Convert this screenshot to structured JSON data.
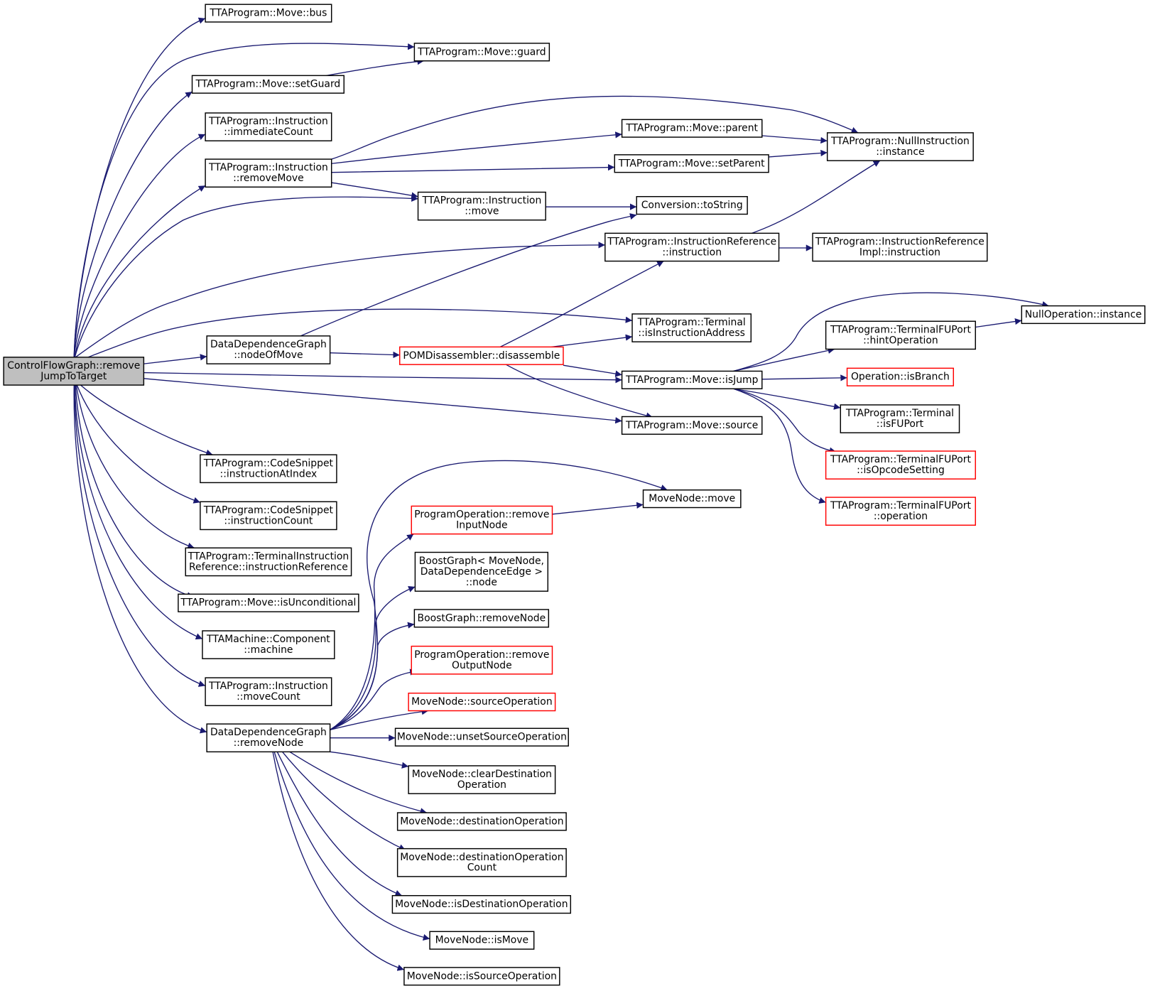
{
  "diagram": {
    "type": "call-graph",
    "colors": {
      "edge": "#191970",
      "root_fill": "#bfbfbf",
      "node_fill": "#ffffff",
      "node_border": "#000000",
      "truncated_border": "#ff0000"
    },
    "nodes": [
      {
        "id": "root",
        "lines": [
          "ControlFlowGraph::remove",
          "JumpToTarget"
        ],
        "style": "root"
      },
      {
        "id": "move_bus",
        "lines": [
          "TTAProgram::Move::bus"
        ],
        "style": "normal"
      },
      {
        "id": "move_guard",
        "lines": [
          "TTAProgram::Move::guard"
        ],
        "style": "normal"
      },
      {
        "id": "move_setguard",
        "lines": [
          "TTAProgram::Move::setGuard"
        ],
        "style": "normal"
      },
      {
        "id": "instr_immcount",
        "lines": [
          "TTAProgram::Instruction",
          "::immediateCount"
        ],
        "style": "normal"
      },
      {
        "id": "instr_removemove",
        "lines": [
          "TTAProgram::Instruction",
          "::removeMove"
        ],
        "style": "normal"
      },
      {
        "id": "move_parent",
        "lines": [
          "TTAProgram::Move::parent"
        ],
        "style": "normal"
      },
      {
        "id": "move_setparent",
        "lines": [
          "TTAProgram::Move::setParent"
        ],
        "style": "normal"
      },
      {
        "id": "nullinstr",
        "lines": [
          "TTAProgram::NullInstruction",
          "::instance"
        ],
        "style": "normal"
      },
      {
        "id": "instr_move",
        "lines": [
          "TTAProgram::Instruction",
          "::move"
        ],
        "style": "normal"
      },
      {
        "id": "conv_tostring",
        "lines": [
          "Conversion::toString"
        ],
        "style": "normal"
      },
      {
        "id": "instrref_instr",
        "lines": [
          "TTAProgram::InstructionReference",
          "::instruction"
        ],
        "style": "normal"
      },
      {
        "id": "instrrefimpl",
        "lines": [
          "TTAProgram::InstructionReference",
          "Impl::instruction"
        ],
        "style": "normal"
      },
      {
        "id": "nullop",
        "lines": [
          "NullOperation::instance"
        ],
        "style": "normal"
      },
      {
        "id": "term_isinstraddr",
        "lines": [
          "TTAProgram::Terminal",
          "::isInstructionAddress"
        ],
        "style": "normal"
      },
      {
        "id": "tfup_hintop",
        "lines": [
          "TTAProgram::TerminalFUPort",
          "::hintOperation"
        ],
        "style": "normal"
      },
      {
        "id": "ddg_nodeofmove",
        "lines": [
          "DataDependenceGraph",
          "::nodeOfMove"
        ],
        "style": "normal"
      },
      {
        "id": "pom_disasm",
        "lines": [
          "POMDisassembler::disassemble"
        ],
        "style": "truncated"
      },
      {
        "id": "move_isjump",
        "lines": [
          "TTAProgram::Move::isJump"
        ],
        "style": "normal"
      },
      {
        "id": "op_isbranch",
        "lines": [
          "Operation::isBranch"
        ],
        "style": "truncated"
      },
      {
        "id": "move_source",
        "lines": [
          "TTAProgram::Move::source"
        ],
        "style": "normal"
      },
      {
        "id": "term_isfuport",
        "lines": [
          "TTAProgram::Terminal",
          "::isFUPort"
        ],
        "style": "normal"
      },
      {
        "id": "tfup_isopcode",
        "lines": [
          "TTAProgram::TerminalFUPort",
          "::isOpcodeSetting"
        ],
        "style": "truncated"
      },
      {
        "id": "tfup_operation",
        "lines": [
          "TTAProgram::TerminalFUPort",
          "::operation"
        ],
        "style": "truncated"
      },
      {
        "id": "cs_instratindex",
        "lines": [
          "TTAProgram::CodeSnippet",
          "::instructionAtIndex"
        ],
        "style": "normal"
      },
      {
        "id": "cs_instrcount",
        "lines": [
          "TTAProgram::CodeSnippet",
          "::instructionCount"
        ],
        "style": "normal"
      },
      {
        "id": "tir_instrref",
        "lines": [
          "TTAProgram::TerminalInstruction",
          "Reference::instructionReference"
        ],
        "style": "normal"
      },
      {
        "id": "move_isuncond",
        "lines": [
          "TTAProgram::Move::isUnconditional"
        ],
        "style": "normal"
      },
      {
        "id": "comp_machine",
        "lines": [
          "TTAMachine::Component",
          "::machine"
        ],
        "style": "normal"
      },
      {
        "id": "instr_movecount",
        "lines": [
          "TTAProgram::Instruction",
          "::moveCount"
        ],
        "style": "normal"
      },
      {
        "id": "ddg_removenode",
        "lines": [
          "DataDependenceGraph",
          "::removeNode"
        ],
        "style": "normal"
      },
      {
        "id": "movenode_move",
        "lines": [
          "MoveNode::move"
        ],
        "style": "normal"
      },
      {
        "id": "po_removeinput",
        "lines": [
          "ProgramOperation::remove",
          "InputNode"
        ],
        "style": "truncated"
      },
      {
        "id": "bg_node",
        "lines": [
          "BoostGraph< MoveNode,",
          "DataDependenceEdge >",
          "::node"
        ],
        "style": "normal"
      },
      {
        "id": "bg_removenode",
        "lines": [
          "BoostGraph::removeNode"
        ],
        "style": "normal"
      },
      {
        "id": "po_removeoutput",
        "lines": [
          "ProgramOperation::remove",
          "OutputNode"
        ],
        "style": "truncated"
      },
      {
        "id": "mn_sourceop",
        "lines": [
          "MoveNode::sourceOperation"
        ],
        "style": "truncated"
      },
      {
        "id": "mn_unsetsourceop",
        "lines": [
          "MoveNode::unsetSourceOperation"
        ],
        "style": "normal"
      },
      {
        "id": "mn_cleardest",
        "lines": [
          "MoveNode::clearDestination",
          "Operation"
        ],
        "style": "normal"
      },
      {
        "id": "mn_destop",
        "lines": [
          "MoveNode::destinationOperation"
        ],
        "style": "normal"
      },
      {
        "id": "mn_destopcount",
        "lines": [
          "MoveNode::destinationOperation",
          "Count"
        ],
        "style": "normal"
      },
      {
        "id": "mn_isdestop",
        "lines": [
          "MoveNode::isDestinationOperation"
        ],
        "style": "normal"
      },
      {
        "id": "mn_ismove",
        "lines": [
          "MoveNode::isMove"
        ],
        "style": "normal"
      },
      {
        "id": "mn_issourceop",
        "lines": [
          "MoveNode::isSourceOperation"
        ],
        "style": "normal"
      }
    ],
    "edges": [
      [
        "root",
        "move_bus"
      ],
      [
        "root",
        "move_guard"
      ],
      [
        "root",
        "move_setguard"
      ],
      [
        "root",
        "instr_immcount"
      ],
      [
        "root",
        "instr_removemove"
      ],
      [
        "root",
        "instr_move"
      ],
      [
        "root",
        "instrref_instr"
      ],
      [
        "root",
        "term_isinstraddr"
      ],
      [
        "root",
        "ddg_nodeofmove"
      ],
      [
        "root",
        "move_isjump"
      ],
      [
        "root",
        "move_source"
      ],
      [
        "root",
        "cs_instratindex"
      ],
      [
        "root",
        "cs_instrcount"
      ],
      [
        "root",
        "tir_instrref"
      ],
      [
        "root",
        "move_isuncond"
      ],
      [
        "root",
        "comp_machine"
      ],
      [
        "root",
        "instr_movecount"
      ],
      [
        "root",
        "ddg_removenode"
      ],
      [
        "move_setguard",
        "move_guard"
      ],
      [
        "instr_removemove",
        "nullinstr"
      ],
      [
        "instr_removemove",
        "move_parent"
      ],
      [
        "instr_removemove",
        "move_setparent"
      ],
      [
        "instr_removemove",
        "instr_move"
      ],
      [
        "move_parent",
        "nullinstr"
      ],
      [
        "move_setparent",
        "nullinstr"
      ],
      [
        "instr_move",
        "conv_tostring"
      ],
      [
        "instrref_instr",
        "nullinstr"
      ],
      [
        "instrref_instr",
        "instrrefimpl"
      ],
      [
        "ddg_nodeofmove",
        "conv_tostring"
      ],
      [
        "ddg_nodeofmove",
        "pom_disasm"
      ],
      [
        "pom_disasm",
        "instrref_instr"
      ],
      [
        "pom_disasm",
        "term_isinstraddr"
      ],
      [
        "pom_disasm",
        "move_isjump"
      ],
      [
        "pom_disasm",
        "move_source"
      ],
      [
        "move_isjump",
        "nullop"
      ],
      [
        "move_isjump",
        "tfup_hintop"
      ],
      [
        "move_isjump",
        "op_isbranch"
      ],
      [
        "move_isjump",
        "term_isfuport"
      ],
      [
        "move_isjump",
        "tfup_isopcode"
      ],
      [
        "move_isjump",
        "tfup_operation"
      ],
      [
        "tfup_hintop",
        "nullop"
      ],
      [
        "ddg_removenode",
        "movenode_move"
      ],
      [
        "ddg_removenode",
        "po_removeinput"
      ],
      [
        "ddg_removenode",
        "bg_node"
      ],
      [
        "ddg_removenode",
        "bg_removenode"
      ],
      [
        "ddg_removenode",
        "po_removeoutput"
      ],
      [
        "ddg_removenode",
        "mn_sourceop"
      ],
      [
        "ddg_removenode",
        "mn_unsetsourceop"
      ],
      [
        "ddg_removenode",
        "mn_cleardest"
      ],
      [
        "ddg_removenode",
        "mn_destop"
      ],
      [
        "ddg_removenode",
        "mn_destopcount"
      ],
      [
        "ddg_removenode",
        "mn_isdestop"
      ],
      [
        "ddg_removenode",
        "mn_ismove"
      ],
      [
        "ddg_removenode",
        "mn_issourceop"
      ],
      [
        "po_removeinput",
        "movenode_move"
      ]
    ]
  }
}
